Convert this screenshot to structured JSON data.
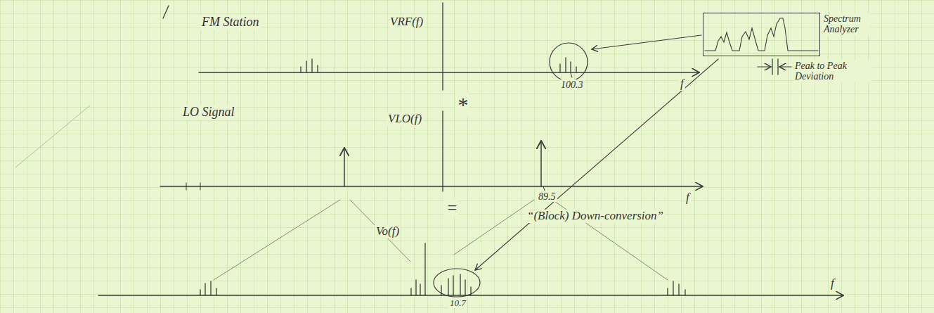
{
  "diagram": {
    "nodes": [
      {
        "text": [
          "Spectrum Analyzer"
        ]
      }
    ],
    "labels": [
      "FM Station",
      "VRF(f)",
      "100.3",
      "f",
      "Peak to Peak Deviation",
      "*",
      "LO Signal",
      "VLO(f)",
      "89.5",
      "f",
      "=",
      "“(Block) Down-conversion”",
      "Vo(f)",
      "10.7",
      "f"
    ]
  }
}
